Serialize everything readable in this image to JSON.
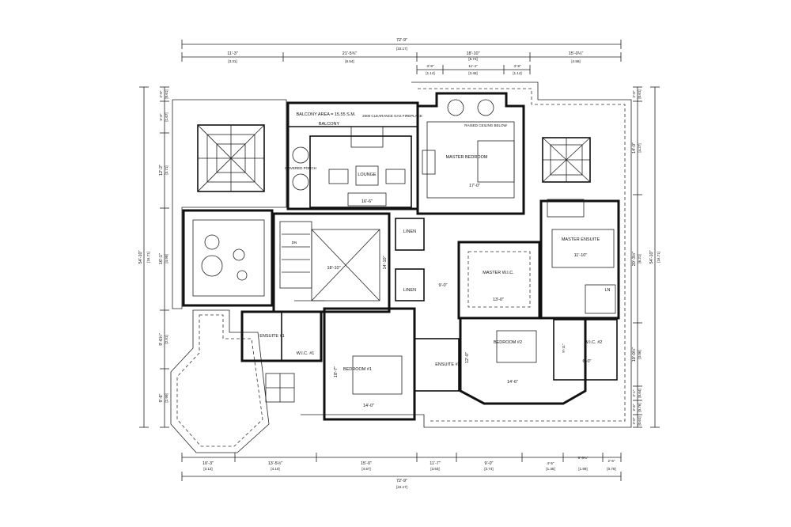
{
  "plan": {
    "top_dims": {
      "overall": "72'-9\"",
      "overall_m": "[22.17]",
      "segments": [
        {
          "ft": "11'-3\"",
          "m": "[3.31]"
        },
        {
          "ft": "21'-5¾\"",
          "m": "[6.54]"
        },
        {
          "ft": "18'-10\"",
          "m": "[5.74]"
        },
        {
          "ft": "15'-0¼\"",
          "m": "[4.58]"
        }
      ],
      "sub_segments": [
        {
          "ft": "3'-9\"",
          "m": "[1.14]"
        },
        {
          "ft": "11'-4\"",
          "m": "[3.45]"
        },
        {
          "ft": "3'-9\"",
          "m": "[1.14]"
        }
      ]
    },
    "bottom_dims": {
      "overall": "72'-9\"",
      "overall_m": "[22.17]",
      "segments": [
        {
          "ft": "10'-3\"",
          "m": "[3.12]"
        },
        {
          "ft": "13'-5½\"",
          "m": "[4.10]"
        },
        {
          "ft": "15'-0\"",
          "m": "[4.57]"
        },
        {
          "ft": "11'-7\"",
          "m": "[3.53]"
        },
        {
          "ft": "9'-0\"",
          "m": "[2.74]"
        },
        {
          "ft": "4'-5\"",
          "m": "[1.35]"
        },
        {
          "ft": "6'-6¼\"",
          "m": "[1.99]"
        },
        {
          "ft": "2'-6\"",
          "m": "[0.76]"
        }
      ]
    },
    "left_dims": {
      "overall": "54'-10\"",
      "overall_m": "[16.71]",
      "segments": [
        {
          "ft": "2'-0\"",
          "m": "[0.61]"
        },
        {
          "ft": "5'-6\"",
          "m": "[1.67]"
        },
        {
          "ft": "12'-2\"",
          "m": "[3.71]"
        },
        {
          "ft": "16'-1\"",
          "m": "[4.90]"
        },
        {
          "ft": "9'-6¼\"",
          "m": "[2.91]"
        },
        {
          "ft": "9'-6\"",
          "m": "[2.90]"
        }
      ]
    },
    "right_dims": {
      "overall": "54'-10\"",
      "overall_m": "[16.71]",
      "segments": [
        {
          "ft": "2'-0\"",
          "m": "[0.61]"
        },
        {
          "ft": "14'-0\"",
          "m": "[4.27]"
        },
        {
          "ft": "20'-3½\"",
          "m": "[6.21]"
        },
        {
          "ft": "10'-0¼\"",
          "m": "[3.06]"
        },
        {
          "ft": "2'-1\"",
          "m": "[0.64]"
        },
        {
          "ft": "2'-6\"",
          "m": "[0.76]"
        },
        {
          "ft": "2'-0\"",
          "m": "[0.61]"
        }
      ]
    },
    "rooms": {
      "balcony_area": "BALCONY AREA = 15.55 S.M.",
      "balcony": "BALCONY",
      "clearance_note": "2000 CLEARANCE GAS FIREPLACE",
      "covered_porch": "COVERED PORCH",
      "lounge": "LOUNGE",
      "lounge_dim": "16'-6\"",
      "master_bedroom": "MASTER BEDROOM",
      "master_bedroom_dim": "17'-0\"",
      "raised_ceiling": "RAISED CEILING BELOW",
      "linen_1": "LINEN",
      "linen_2": "LINEN",
      "hall_dim_1": "18'-10\"",
      "hall_dim_2": "14'-10\"",
      "hall_dim_3": "9'-0\"",
      "master_wic": "MASTER W.I.C.",
      "master_wic_dim": "13'-0\"",
      "master_ensuite": "MASTER ENSUITE",
      "master_ensuite_dim": "11'-10\"",
      "ensuite_1": "ENSUITE #1",
      "wic_1": "W.I.C. #1",
      "bedroom_1": "BEDROOM #1",
      "bedroom_1_w": "14'-0\"",
      "bedroom_1_h": "18'-7\"",
      "ensuite_2": "ENSUITE #2",
      "bedroom_2": "BEDROOM #2",
      "bedroom_2_w": "14'-6\"",
      "bedroom_2_h": "12'-0\"",
      "wic_2": "W.I.C. #2",
      "wic_2_dim": "6'-0\"",
      "wic_2_dim_b": "9'-11\"",
      "ln": "LN",
      "dn": "DN"
    }
  }
}
